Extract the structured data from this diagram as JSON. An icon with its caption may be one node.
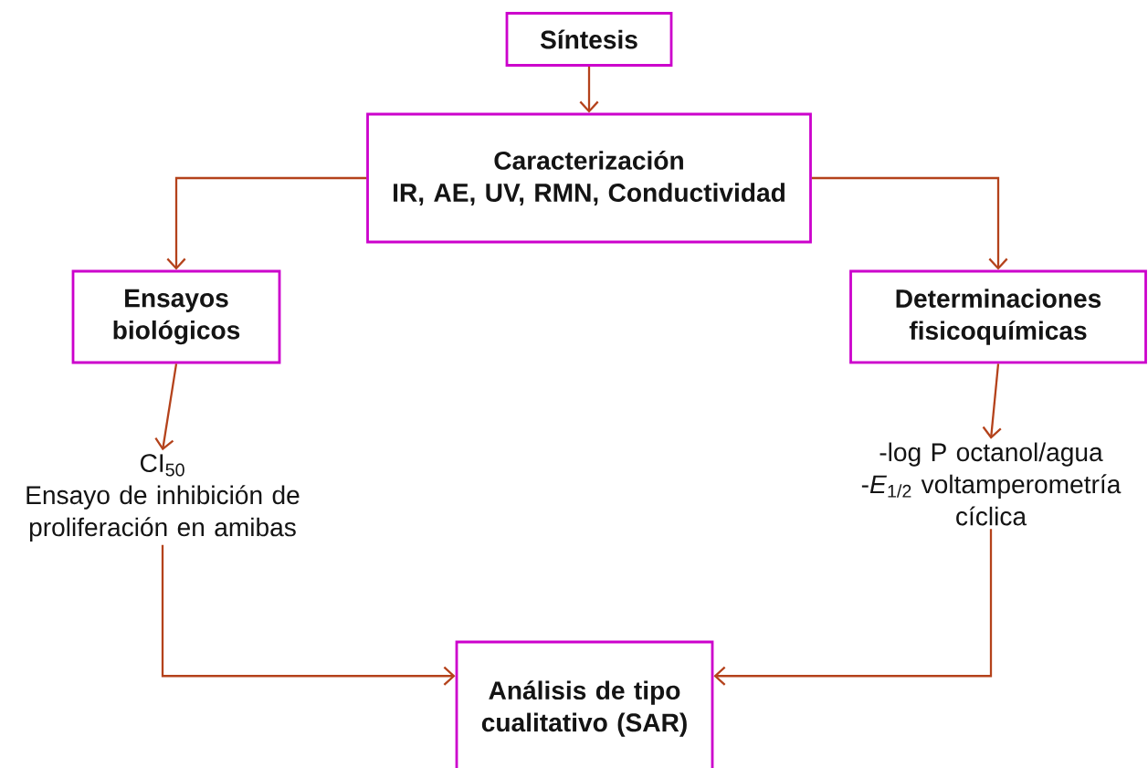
{
  "diagram": {
    "nodes": [
      {
        "text": [
          "Síntesis"
        ]
      },
      {
        "text": [
          "Caracterización",
          "IR, AE, UV, RMN, Conductividad"
        ]
      },
      {
        "text": [
          "Ensayos biológicos"
        ]
      },
      {
        "text": [
          "Determinaciones fisicoquímicas"
        ]
      },
      {
        "text": [
          "CI$_{50}$",
          "Ensayo de inhibición de proliferación en amibas"
        ]
      },
      {
        "text": [
          "-log P octanol/agua",
          "-*E*$_{1/2}$ voltamperometría cíclica"
        ]
      },
      {
        "text": [
          "Análisis de tipo cualitativo (SAR)"
        ]
      }
    ],
    "edges": [
      {
        "from": 0,
        "to": 1,
        "arrow": "to"
      },
      {
        "from": 1,
        "to": 2,
        "arrow": "to"
      },
      {
        "from": 1,
        "to": 3,
        "arrow": "to"
      },
      {
        "from": 2,
        "to": 4,
        "arrow": "to"
      },
      {
        "from": 3,
        "to": 5,
        "arrow": "to"
      },
      {
        "from": 4,
        "to": 6,
        "arrow": "to"
      },
      {
        "from": 5,
        "to": 6,
        "arrow": "to"
      }
    ]
  }
}
